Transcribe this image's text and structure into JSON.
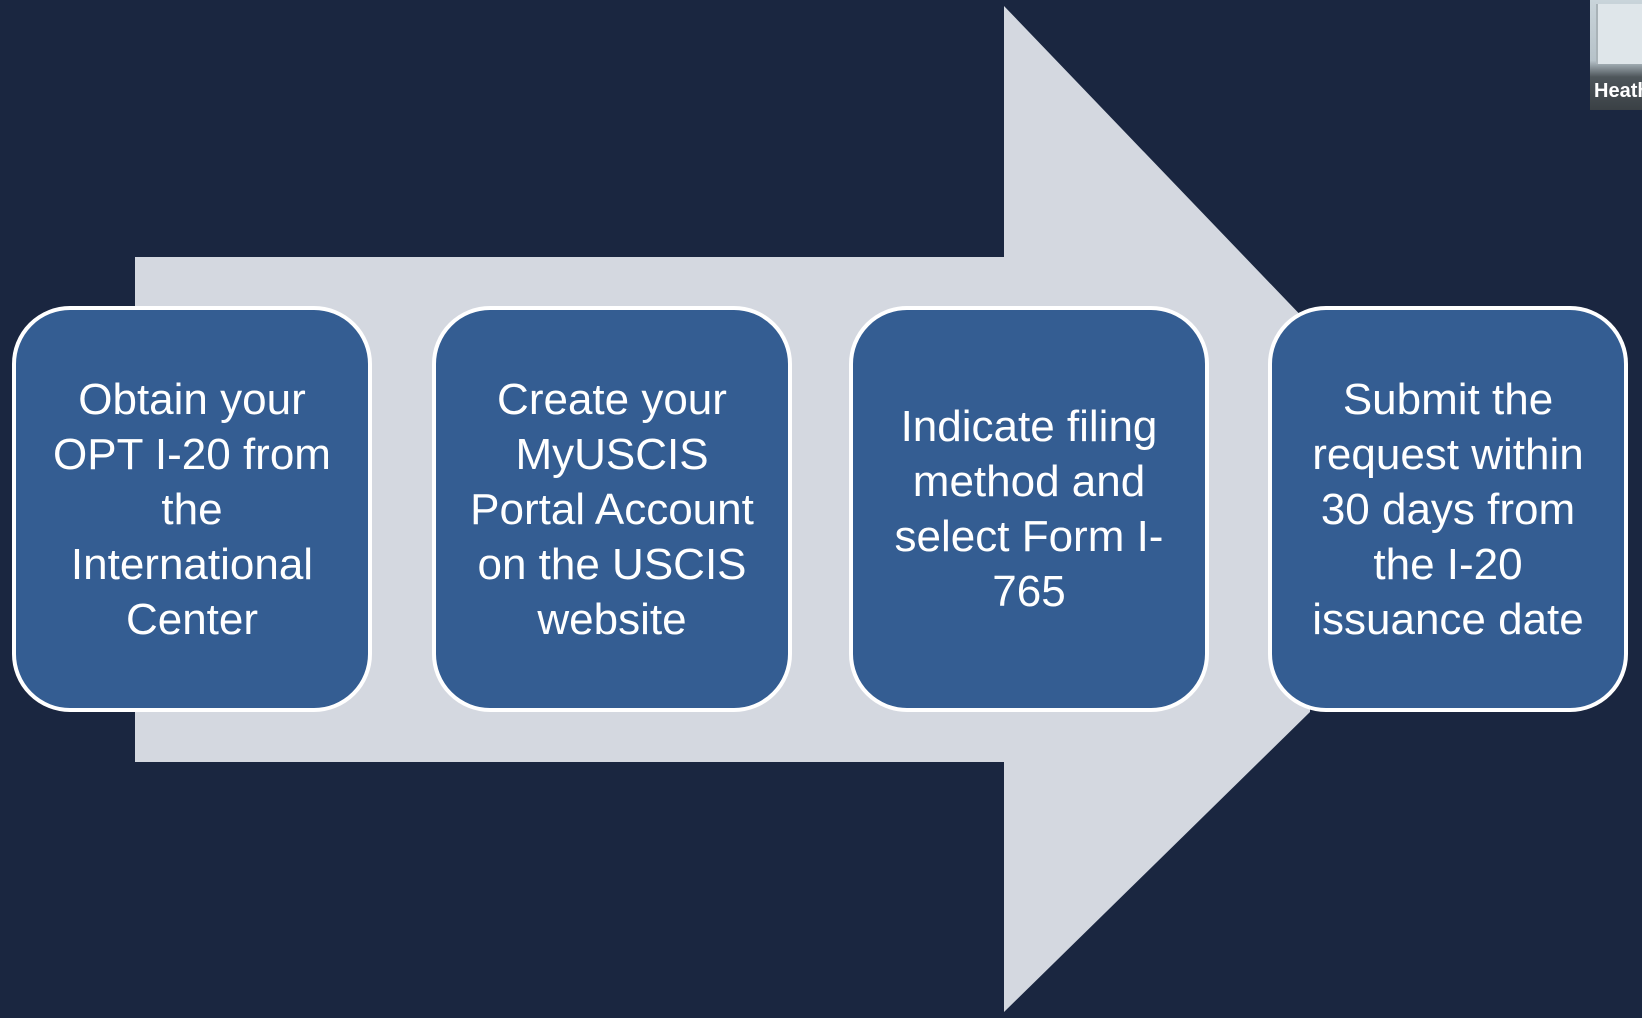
{
  "slide": {
    "background_color": "#1a2640",
    "arrow_color": "#d4d8e0",
    "box_color": "#345d92",
    "box_border_color": "#ffffff",
    "text_color": "#ffffff"
  },
  "steps": [
    {
      "text": "Obtain your OPT I-20 from the International Center"
    },
    {
      "text": "Create your MyUSCIS Portal Account on the USCIS website"
    },
    {
      "text": "Indicate filing method and select Form I-765"
    },
    {
      "text": "Submit the request within 30 days from the I-20 issuance date"
    }
  ],
  "participant": {
    "name": "Heath"
  }
}
